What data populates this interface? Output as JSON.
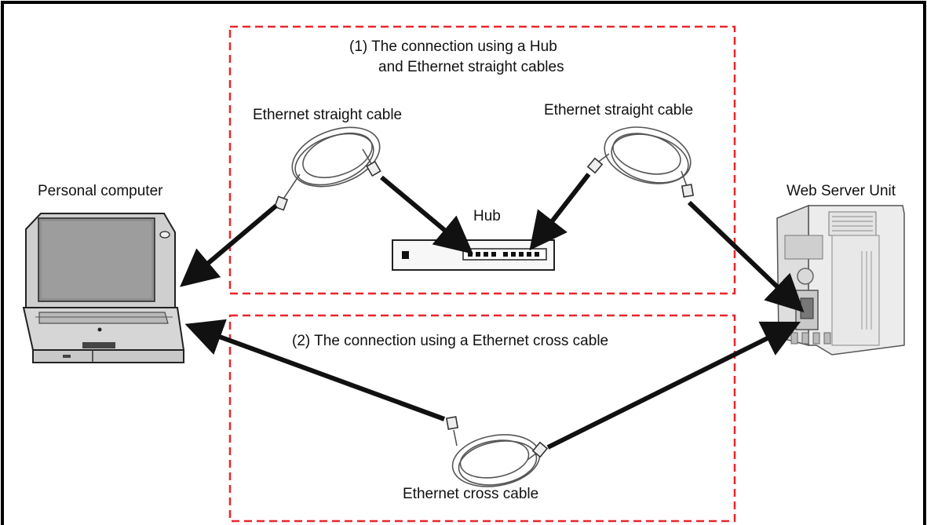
{
  "diagram": {
    "group1": {
      "title_line1": "(1)  The connection using a Hub",
      "title_line2": "and  Ethernet straight cables"
    },
    "group2": {
      "title": "(2)   The connection using a Ethernet cross cable"
    },
    "labels": {
      "pc": "Personal computer",
      "server": "Web Server Unit",
      "hub": "Hub",
      "cable_left": "Ethernet straight cable",
      "cable_right": "Ethernet straight cable",
      "cable_cross": "Ethernet cross cable"
    },
    "colors": {
      "group_border": "#e8262b",
      "arrow": "#111111",
      "frame": "#000000"
    }
  }
}
